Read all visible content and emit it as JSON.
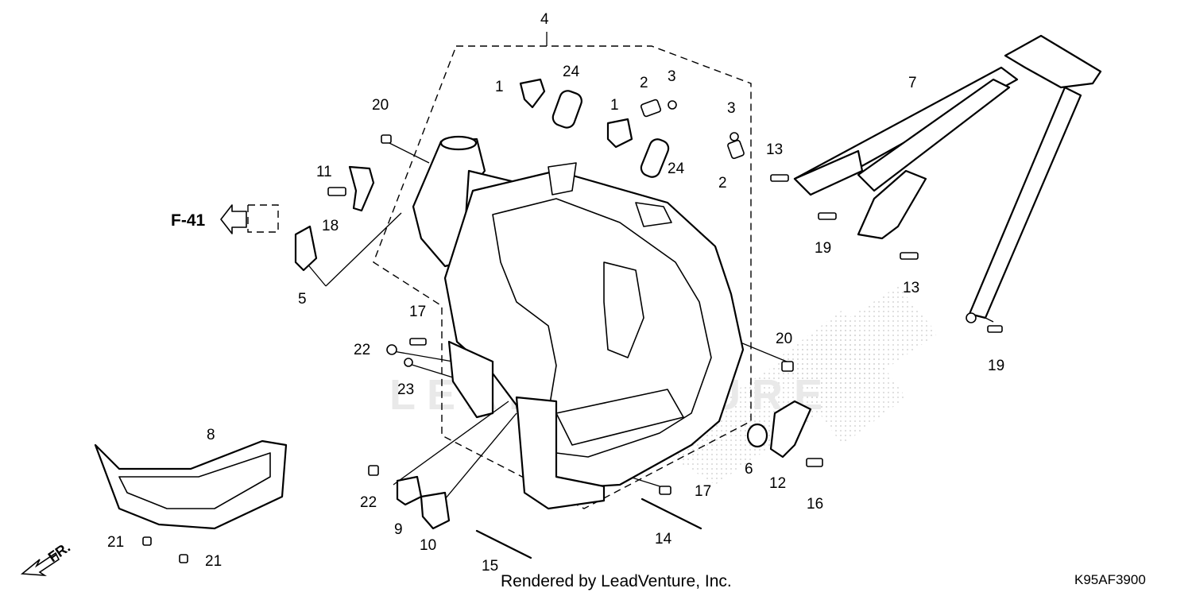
{
  "diagram": {
    "code": "K95AF3900",
    "credit": "Rendered by LeadVenture, Inc.",
    "reference": "F-41",
    "front_marker": "FR.",
    "watermark": "LEADVENTURE",
    "callouts": {
      "c1a": "1",
      "c1b": "1",
      "c2a": "2",
      "c2b": "2",
      "c3a": "3",
      "c3b": "3",
      "c4": "4",
      "c5": "5",
      "c6": "6",
      "c7": "7",
      "c8": "8",
      "c9": "9",
      "c10": "10",
      "c11": "11",
      "c12": "12",
      "c13a": "13",
      "c13b": "13",
      "c14": "14",
      "c15": "15",
      "c16": "16",
      "c17a": "17",
      "c17b": "17",
      "c18": "18",
      "c19a": "19",
      "c19b": "19",
      "c20a": "20",
      "c20b": "20",
      "c21a": "21",
      "c21b": "21",
      "c22a": "22",
      "c22b": "22",
      "c23": "23",
      "c24a": "24",
      "c24b": "24"
    }
  }
}
